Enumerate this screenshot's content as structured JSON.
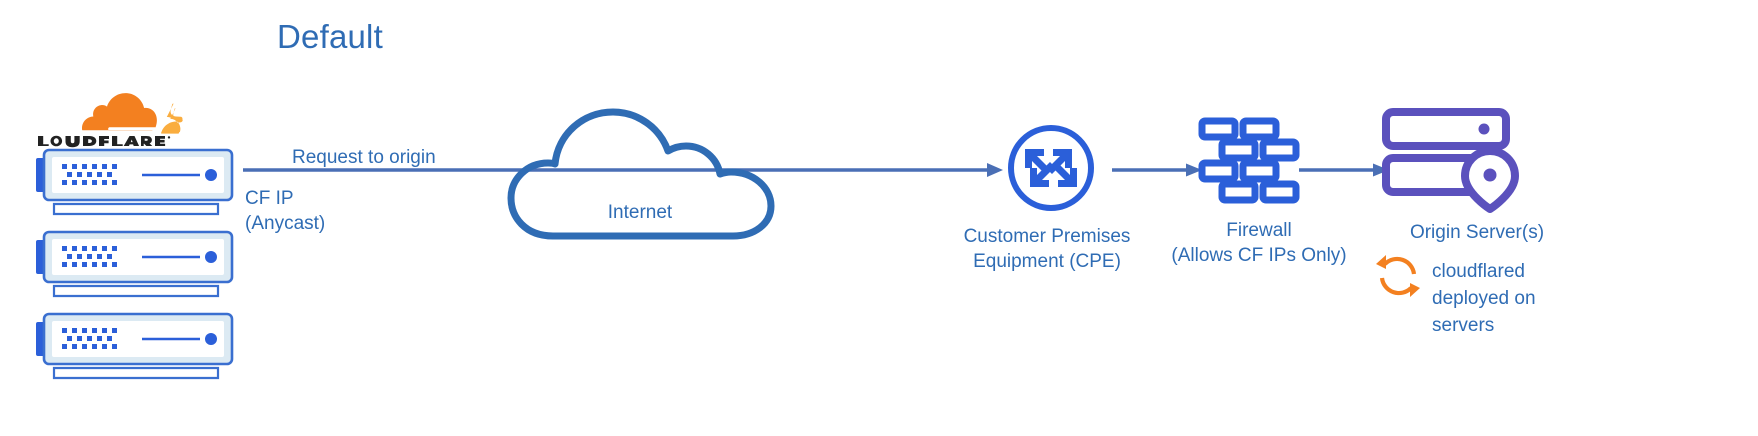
{
  "title": "Default",
  "colors": {
    "primary_blue": "#2f6cb4",
    "icon_blue": "#2b5fd9",
    "line_blue": "#4a6fb5",
    "server_body": "#dceaf3",
    "server_stroke": "#2f6cb4",
    "server_tab": "#2b5fd9",
    "purple": "#5b51bd",
    "orange": "#f38020",
    "orange_light": "#faad3f"
  },
  "brand": {
    "logo_name": "cloudflare-logo",
    "wordmark": "CLOUDFLARE"
  },
  "servers": {
    "count": 3,
    "items": [
      {
        "name": "cloudflare-server-unit-1"
      },
      {
        "name": "cloudflare-server-unit-2"
      },
      {
        "name": "cloudflare-server-unit-3"
      }
    ]
  },
  "flow": {
    "request_label": "Request to origin",
    "cf_ip_label": "CF IP\n(Anycast)",
    "internet_label": "Internet",
    "cpe_label": "Customer Premises\nEquipment (CPE)",
    "firewall_label": "Firewall\n(Allows CF IPs Only)",
    "origin_label": "Origin Server(s)",
    "cloudflared_label": "cloudflared\ndeployed on\nservers"
  },
  "icons": {
    "cloud": "internet-cloud-icon",
    "cpe": "cpe-router-icon",
    "firewall": "firewall-brick-icon",
    "origin": "origin-server-pin-icon",
    "cloudflared": "sync-refresh-icon",
    "arrow_main": "arrow-right-icon",
    "arrow_cpe_firewall": "arrow-right-icon",
    "arrow_firewall_origin": "arrow-right-icon"
  }
}
